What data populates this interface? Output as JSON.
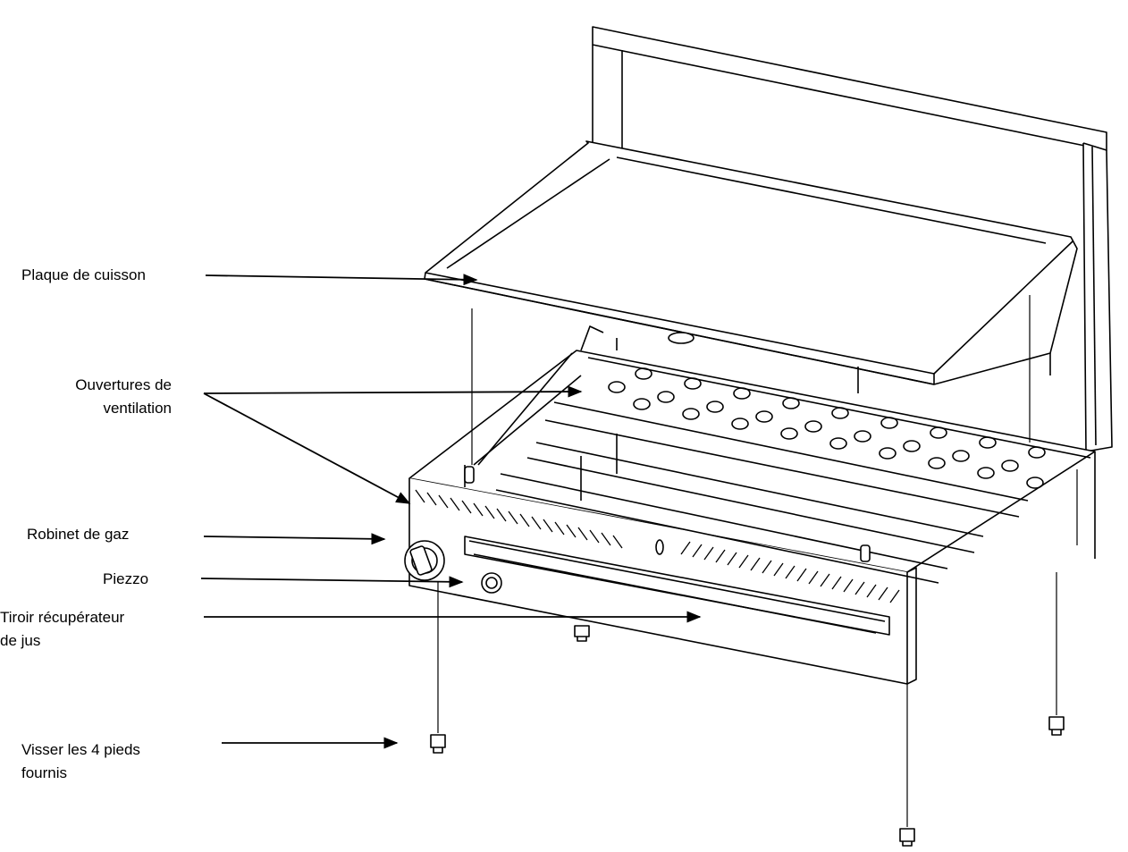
{
  "diagram": {
    "labels": [
      {
        "id": "plaque",
        "lines": [
          "Plaque de cuisson"
        ]
      },
      {
        "id": "ouvertures",
        "lines": [
          "Ouvertures de",
          "ventilation"
        ]
      },
      {
        "id": "robinet",
        "lines": [
          "Robinet de gaz"
        ]
      },
      {
        "id": "piezzo",
        "lines": [
          "Piezzo"
        ]
      },
      {
        "id": "tiroir",
        "lines": [
          "Tiroir récupérateur",
          "de jus"
        ]
      },
      {
        "id": "pieds",
        "lines": [
          "Visser les 4 pieds",
          "fournis"
        ]
      }
    ],
    "colors": {
      "line": "#000000",
      "fill": "#ffffff",
      "shade": "#f2f2f2"
    },
    "icons": [
      "arrow-icon",
      "gas-knob-icon",
      "piezo-button-icon",
      "foot-icon"
    ]
  }
}
